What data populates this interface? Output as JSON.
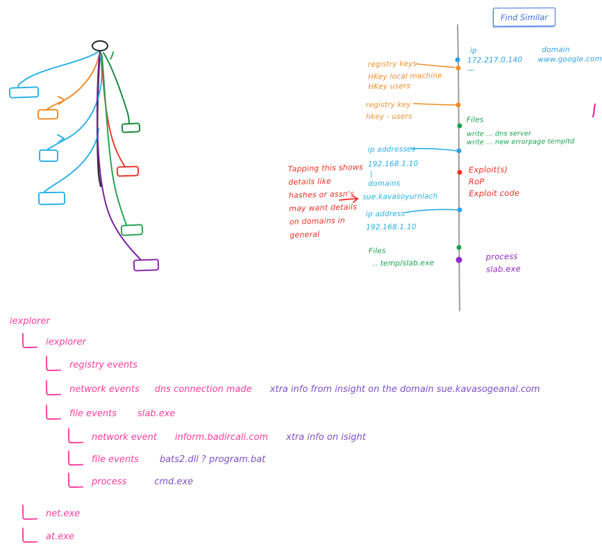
{
  "header": {
    "find_similar_label": "Find Similar"
  },
  "colors": {
    "button_blue": "#3a6fe0",
    "cyan": "#2bb3ea",
    "orange": "#f08c28",
    "green": "#18a14c",
    "dark_green": "#178a3c",
    "red": "#ee3124",
    "purple": "#9229c8",
    "graph_purple": "#7a1fa0",
    "pink": "#f63e9c",
    "note_purple": "#8050c8",
    "timeline_gray": "#9d9d9d"
  },
  "timeline": {
    "left_labels": {
      "registry1": {
        "l1": "registry keys",
        "l2": "HKey local machine",
        "l3": "HKey users"
      },
      "registry2": {
        "l1": "registry key",
        "l2": "hkey - users"
      },
      "ip1": {
        "l1": "ip addresses",
        "l2": "192.168.1.10",
        "l3": "|",
        "l4": "domains",
        "l5": "sue.kavasoyurnlach"
      },
      "ip2": {
        "l1": "ip address",
        "l2": "192.168.1.10"
      },
      "files": {
        "l1": "Files",
        "l2": ".. temp/slab.exe"
      }
    },
    "right_labels": {
      "ip_google": {
        "ip_label": "ip",
        "ip_value": "172.217.0.140 —",
        "domain_label": "domain",
        "domain_value": "www.google.com"
      },
      "files": {
        "l1": "Files",
        "l2": "write ... dns server",
        "l3": "write ... new errorpage templtd"
      },
      "exploit": {
        "l1": "Exploit(s)",
        "l2": "RoP",
        "l3": "Exploit code"
      },
      "process": {
        "l1": "process",
        "l2": "slab.exe"
      }
    },
    "annotation": {
      "l1": "Tapping this shows",
      "l2": "details like",
      "l3": "hashes or assn's",
      "l4": "may want details",
      "l5": "on domains in",
      "l6": "general"
    }
  },
  "process_tree_list": {
    "root": "iexplorer",
    "rows": [
      {
        "label": "iexplorer"
      },
      {
        "label": "registry events"
      },
      {
        "label": "network events",
        "label2": "dns connection made",
        "note": "xtra info from insight on the domain sue.kavasogeanal.com"
      },
      {
        "label": "file events",
        "label2": "slab.exe"
      },
      {
        "label": "network event",
        "label2": "inform.badircali.com",
        "note": "xtra info on isight"
      },
      {
        "label": "file events",
        "note": "bats2.dll ? program.bat"
      },
      {
        "label": "process",
        "note": "cmd.exe"
      },
      {
        "label": "net.exe"
      },
      {
        "label": "at.exe"
      }
    ]
  }
}
